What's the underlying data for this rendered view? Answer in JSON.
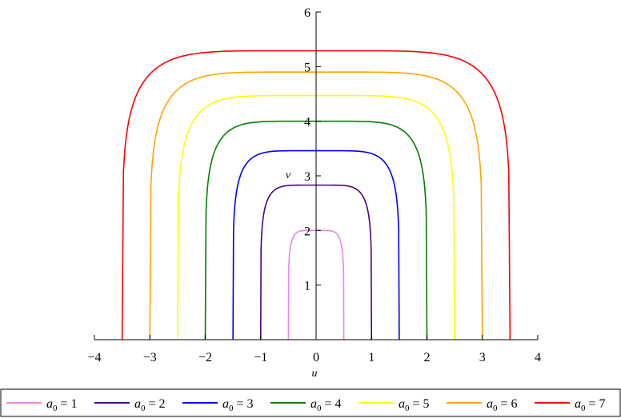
{
  "chart_data": {
    "type": "line",
    "title": "",
    "xlabel": "u",
    "ylabel": "v",
    "xlim": [
      -4,
      4
    ],
    "ylim": [
      0,
      6
    ],
    "x_ticks": [
      -4,
      -3,
      -2,
      -1,
      0,
      1,
      2,
      3,
      4
    ],
    "y_ticks": [
      1,
      2,
      3,
      4,
      5,
      6
    ],
    "grid": false,
    "legend_position": "bottom",
    "series": [
      {
        "name": "a0 = 1",
        "param": 1,
        "legend": {
          "sym": "a",
          "sub": "0",
          "rest": " = 1"
        },
        "color": "#ee82ee",
        "half_width": 0.5,
        "peak": 2.0
      },
      {
        "name": "a0 = 2",
        "param": 2,
        "legend": {
          "sym": "a",
          "sub": "0",
          "rest": " = 2"
        },
        "color": "#4b0082",
        "half_width": 1.0,
        "peak": 2.83
      },
      {
        "name": "a0 = 3",
        "param": 3,
        "legend": {
          "sym": "a",
          "sub": "0",
          "rest": " = 3"
        },
        "color": "#0000ff",
        "half_width": 1.5,
        "peak": 3.46
      },
      {
        "name": "a0 = 4",
        "param": 4,
        "legend": {
          "sym": "a",
          "sub": "0",
          "rest": " = 4"
        },
        "color": "#008000",
        "half_width": 2.0,
        "peak": 4.0
      },
      {
        "name": "a0 = 5",
        "param": 5,
        "legend": {
          "sym": "a",
          "sub": "0",
          "rest": " = 5"
        },
        "color": "#ffff00",
        "half_width": 2.5,
        "peak": 4.47
      },
      {
        "name": "a0 = 6",
        "param": 6,
        "legend": {
          "sym": "a",
          "sub": "0",
          "rest": " = 6"
        },
        "color": "#ffa500",
        "half_width": 3.0,
        "peak": 4.9
      },
      {
        "name": "a0 = 7",
        "param": 7,
        "legend": {
          "sym": "a",
          "sub": "0",
          "rest": " = 7"
        },
        "color": "#ff0000",
        "half_width": 3.5,
        "peak": 5.29
      }
    ]
  }
}
